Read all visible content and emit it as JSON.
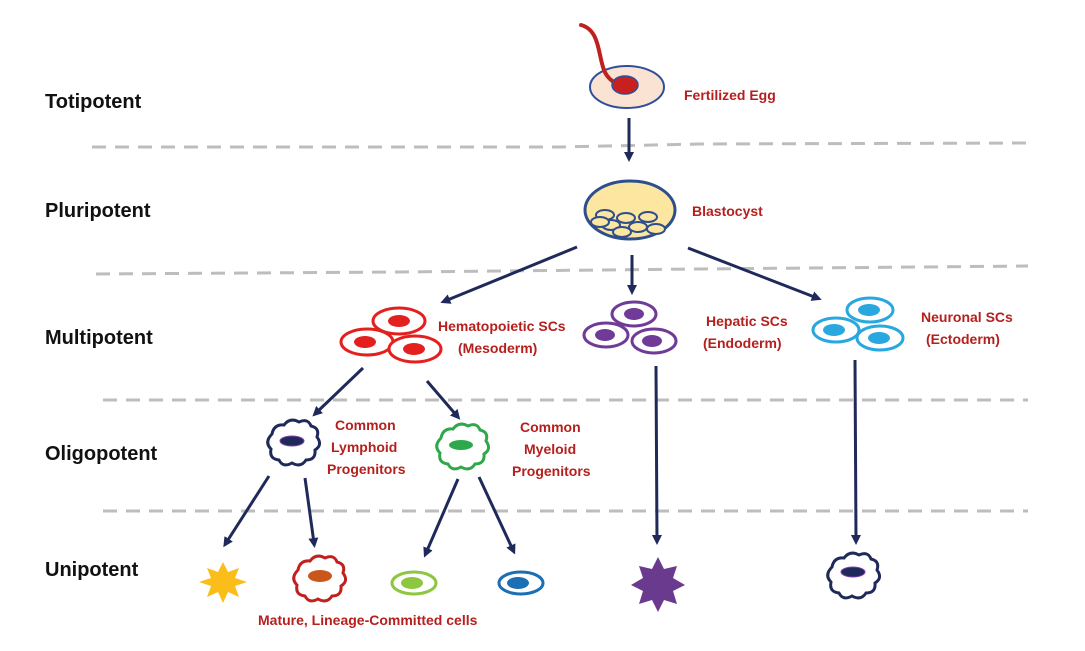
{
  "colors": {
    "arrow": "#1f2a5a",
    "label_red": "#b5201e",
    "divider": "#bdbdbd",
    "level_text": "#111111",
    "egg_fill": "#fbe3d3",
    "egg_border": "#2f4f9c",
    "egg_nucleus": "#c8201f",
    "sperm_tail": "#c0211f",
    "blastocyst_fill": "#fde6a0",
    "blastocyst_border": "#2f4f8c",
    "hematopoietic": "#e4201f",
    "hepatic": "#6f3b96",
    "neuronal": "#29a8e0",
    "lymphoid": "#1f2a5a",
    "lymphoid_nucleus_edge": "#8a3fb0",
    "myeloid": "#2ea84a",
    "yellow_star": "#fbbd19",
    "red_cloud": "#c0211f",
    "orange_nucleus": "#c9561d",
    "lightgreen": "#8dc63f",
    "blue": "#1b6fb5",
    "purple_star": "#6a3a8e"
  },
  "levels": [
    {
      "label": "Totipotent"
    },
    {
      "label": "Pluripotent"
    },
    {
      "label": "Multipotent"
    },
    {
      "label": "Oligopotent"
    },
    {
      "label": "Unipotent"
    }
  ],
  "nodes": {
    "fertilized_egg": {
      "label": "Fertilized Egg"
    },
    "blastocyst": {
      "label": "Blastocyst"
    },
    "hematopoietic": {
      "line1": "Hematopoietic SCs",
      "line2": "(Mesoderm)"
    },
    "hepatic": {
      "line1": "Hepatic SCs",
      "line2": "(Endoderm)"
    },
    "neuronal": {
      "line1": "Neuronal SCs",
      "line2": "(Ectoderm)"
    },
    "lymphoid": {
      "line1": "Common",
      "line2": "Lymphoid",
      "line3": "Progenitors"
    },
    "myeloid": {
      "line1": "Common",
      "line2": "Myeloid",
      "line3": "Progenitors"
    }
  },
  "mature_caption": "Mature, Lineage-Committed cells"
}
